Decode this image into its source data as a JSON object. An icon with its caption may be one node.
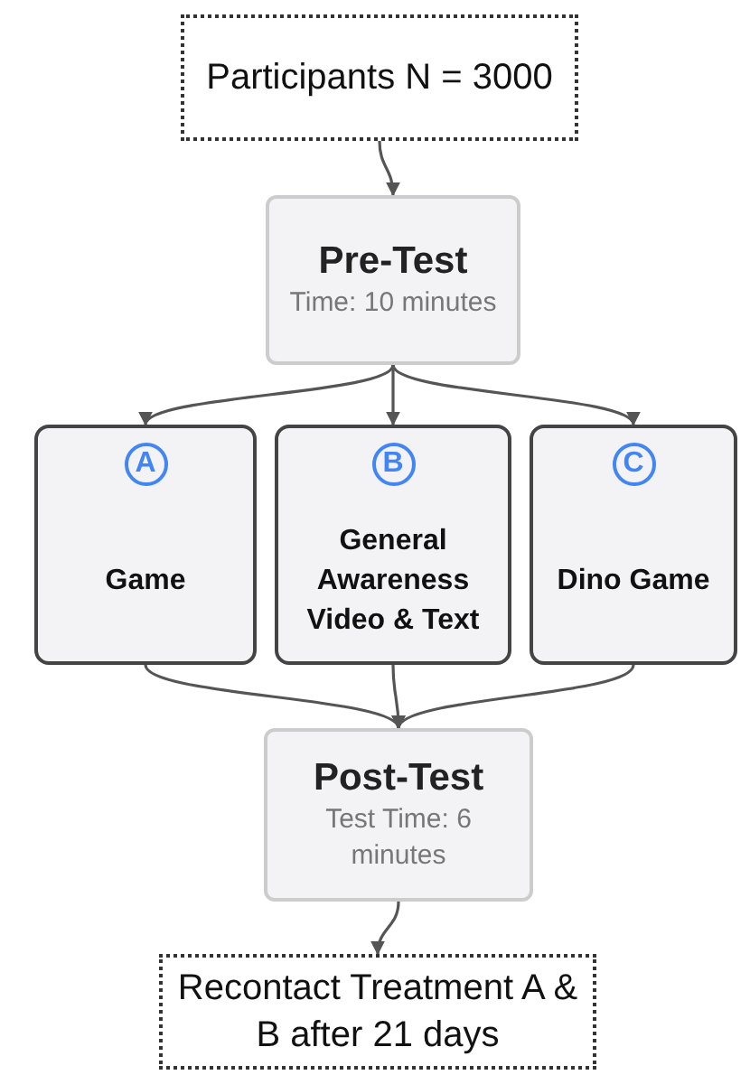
{
  "diagram": {
    "nodes": [
      {
        "text": [
          "Participants N = 3000"
        ]
      },
      {
        "text": [
          "Pre-Test",
          "Time: 10 minutes"
        ]
      },
      {
        "text": [
          "A",
          "Game"
        ]
      },
      {
        "text": [
          "B",
          "General Awareness Video & Text"
        ]
      },
      {
        "text": [
          "C",
          "Dino Game"
        ]
      },
      {
        "text": [
          "Post-Test",
          "Test Time: 6 minutes"
        ]
      },
      {
        "text": [
          "Recontact Treatment A & B after 21 days"
        ]
      }
    ],
    "edges": [
      {
        "from": 0,
        "to": 1,
        "arrow": "to"
      },
      {
        "from": 1,
        "to": 2,
        "arrow": "to"
      },
      {
        "from": 1,
        "to": 3,
        "arrow": "to"
      },
      {
        "from": 1,
        "to": 4,
        "arrow": "to"
      },
      {
        "from": 2,
        "to": 5,
        "arrow": "to"
      },
      {
        "from": 3,
        "to": 5,
        "arrow": "to"
      },
      {
        "from": 4,
        "to": 5,
        "arrow": "to"
      },
      {
        "from": 5,
        "to": 6,
        "arrow": "to"
      }
    ]
  }
}
